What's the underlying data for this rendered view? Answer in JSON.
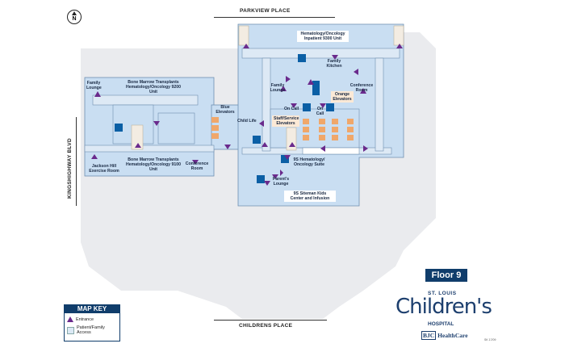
{
  "compass": {
    "label": "N"
  },
  "streets": {
    "top": "PARKVIEW PLACE",
    "bottom": "CHILDRENS PLACE",
    "left": "KINGSHIGHWAY BLVD"
  },
  "rooms": {
    "family_lounge_left": "Family Lounge",
    "bmt_9200": "Bone Marrow Transplants Hematology/Oncology 9200 Unit",
    "bmt_9100": "Bone Marrow Transplants Hematology/Oncology 9100 Unit",
    "jackson_hill": "Jackson Hill Exercise Room",
    "conference_left": "Conference Room",
    "blue_elevators": "Blue Elevators",
    "child_life": "Child Life",
    "inpatient_9300": "Hematology/Oncology Inpatient 9300 Unit",
    "family_kitchen": "Family Kitchen",
    "family_lounge_right": "Family Lounge",
    "conference_right": "Conference Room",
    "orange_elevators": "Orange Elevators",
    "on_call_1": "On Call",
    "on_call_2": "On Call",
    "staff_elevators": "Staff/Service Elevators",
    "suite_9s": "9S Hematology/ Oncology Suite",
    "parents_lounge": "Parent's Lounge",
    "siteman": "9S Siteman Kids Center and Infusion"
  },
  "floor": "Floor 9",
  "logo": {
    "top": "ST. LOUIS",
    "main": "Children's",
    "bottom": "HOSPITAL",
    "bjc_mark": "BJC",
    "bjc_text": "HealthCare"
  },
  "code": "SK 17/09",
  "map_key": {
    "title": "MAP KEY",
    "entrance": "Entrance",
    "access": "Patient/Family Access"
  },
  "colors": {
    "access": "#c9def2",
    "building": "#eaebee",
    "wall": "#6f8fb0",
    "entrance": "#6a2a8c",
    "restroom": "#0b5fa5",
    "elevator": "#f0a76a",
    "navy": "#103d6b"
  }
}
